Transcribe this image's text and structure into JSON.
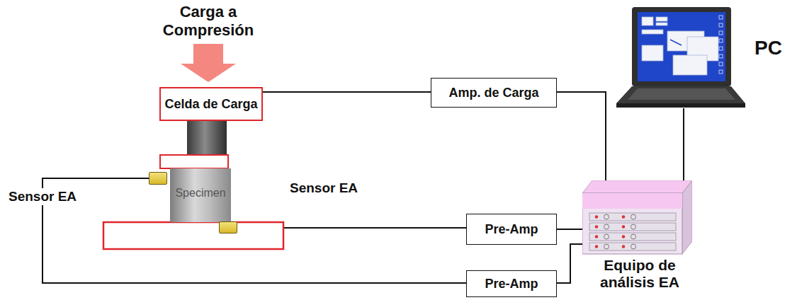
{
  "diagram": {
    "nodes": [
      {
        "text": [
          "Celda de Carga"
        ]
      },
      {
        "text": [
          "Amp. de Carga"
        ]
      },
      {
        "text": [
          "PC"
        ]
      },
      {
        "text": [
          "Specimen"
        ]
      },
      {
        "text": [
          "Sensor EA"
        ]
      },
      {
        "text": [
          "Sensor EA"
        ]
      },
      {
        "text": [
          "Pre-Amp"
        ]
      },
      {
        "text": [
          "Equipo de análisis EA"
        ]
      },
      {
        "text": [
          "Pre-Amp"
        ]
      }
    ],
    "edges": [
      {
        "from": 0,
        "to": 1,
        "arrow": "none"
      },
      {
        "from": 1,
        "to": 7,
        "arrow": "none"
      },
      {
        "from": 2,
        "to": 7,
        "arrow": "none"
      },
      {
        "from": 5,
        "to": 6,
        "arrow": "none"
      },
      {
        "from": 6,
        "to": 7,
        "arrow": "none"
      },
      {
        "from": 4,
        "to": 8,
        "arrow": "none"
      },
      {
        "from": 8,
        "to": 7,
        "arrow": "none"
      }
    ],
    "labels": [
      "Carga a Compresión"
    ]
  }
}
